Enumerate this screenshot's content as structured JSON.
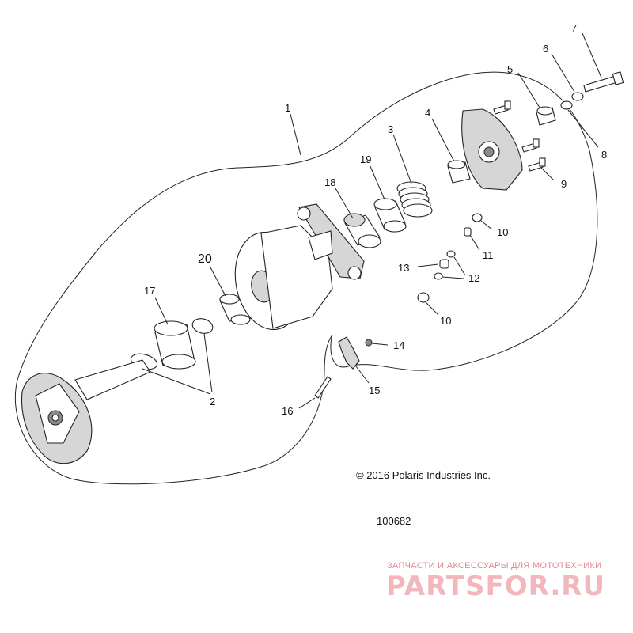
{
  "callouts": {
    "c1": "1",
    "c2": "2",
    "c3": "3",
    "c4": "4",
    "c5": "5",
    "c6": "6",
    "c7": "7",
    "c8": "8",
    "c9": "9",
    "c10a": "10",
    "c10b": "10",
    "c11": "11",
    "c12": "12",
    "c13": "13",
    "c14": "14",
    "c15": "15",
    "c16": "16",
    "c17": "17",
    "c18": "18",
    "c19": "19",
    "c20": "20"
  },
  "copyright": "© 2016 Polaris Industries Inc.",
  "diagram_number": "100682",
  "watermark": {
    "tagline": "ЗАПЧАСТИ И АКСЕССУАРЫ ДЛЯ МОТОТЕХНИКИ",
    "brand": "PARTSFOR.RU",
    "color": "#f2b7bd"
  }
}
